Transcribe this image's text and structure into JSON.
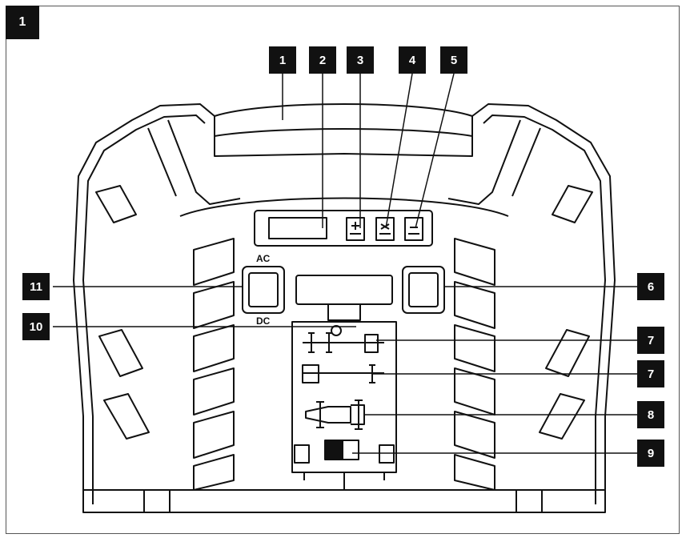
{
  "figure_number": "1",
  "labels": {
    "top": [
      "1",
      "2",
      "3",
      "4",
      "5"
    ],
    "left": [
      "11",
      "10"
    ],
    "right": [
      "6",
      "7",
      "7",
      "8",
      "9"
    ]
  },
  "panel_text": {
    "ac": "AC",
    "dc": "DC"
  },
  "icons": [
    "charger-body-outline",
    "display-screen",
    "plus-button-icon",
    "fan-button-icon",
    "minus-button-icon",
    "ac-switch-button",
    "power-button",
    "clamp-diagram-icon",
    "plug-diagram-icon"
  ],
  "colors": {
    "badge": "#111111",
    "line": "#111111",
    "background": "#ffffff"
  }
}
